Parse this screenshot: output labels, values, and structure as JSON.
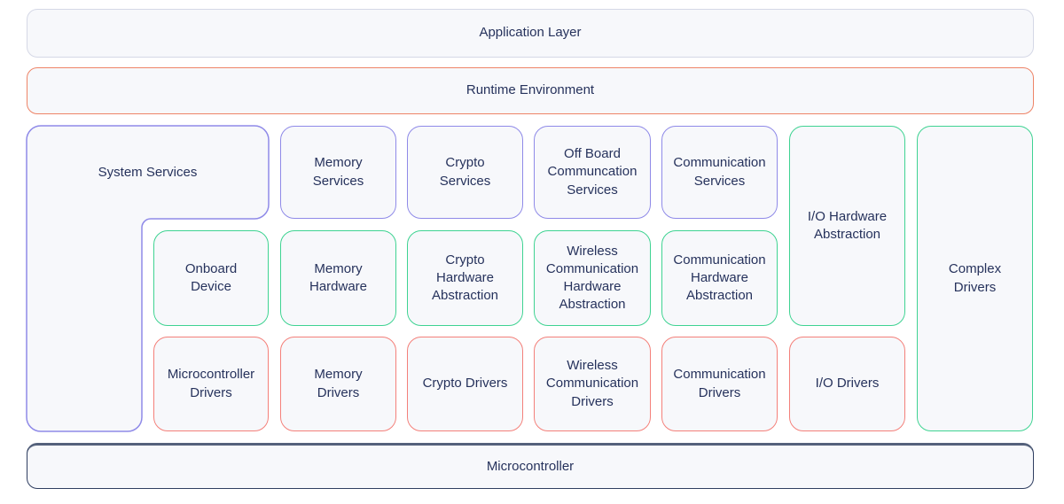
{
  "colors": {
    "services_purple": "#8f8ae8",
    "hardware_green": "#3fd392",
    "drivers_red": "#f4807a",
    "runtime_orange": "#ee8467",
    "application_gray": "#d5d8e6",
    "microcontroller_navy": "#2f3e60",
    "box_fill": "#f7f8fb",
    "text": "#26325c"
  },
  "layers": {
    "application": {
      "label": "Application Layer"
    },
    "runtime": {
      "label": "Runtime Environment"
    },
    "microcontroller": {
      "label": "Microcontroller"
    }
  },
  "services": {
    "system": {
      "label": "System Services"
    },
    "memory": {
      "label": "Memory Services"
    },
    "crypto": {
      "label": "Crypto Services"
    },
    "off_board": {
      "label": "Off Board Communcation Services"
    },
    "communication": {
      "label": "Communication Services"
    }
  },
  "hardware_abstraction": {
    "onboard": {
      "label": "Onboard Device"
    },
    "memory": {
      "label": "Memory Hardware"
    },
    "crypto": {
      "label": "Crypto Hardware Abstraction"
    },
    "wireless": {
      "label": "Wireless Communication Hardware Abstraction"
    },
    "communication": {
      "label": "Communication Hardware Abstraction"
    },
    "io": {
      "label": "I/O Hardware Abstraction"
    }
  },
  "drivers": {
    "microcontroller": {
      "label": "Microcontroller Drivers"
    },
    "memory": {
      "label": "Memory Drivers"
    },
    "crypto": {
      "label": "Crypto Drivers"
    },
    "wireless": {
      "label": "Wireless Communication Drivers"
    },
    "communication": {
      "label": "Communication Drivers"
    },
    "io": {
      "label": "I/O Drivers"
    },
    "complex": {
      "label": "Complex Drivers"
    }
  }
}
